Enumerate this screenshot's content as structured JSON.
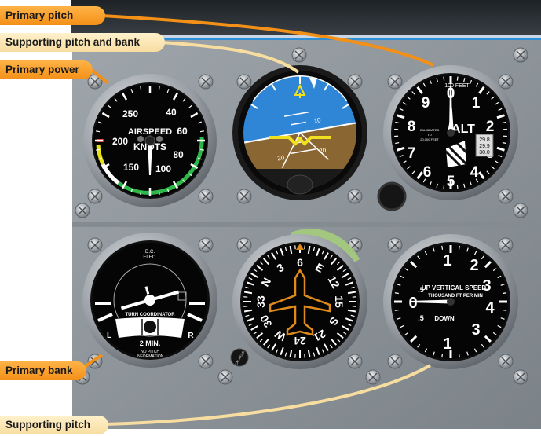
{
  "callouts": {
    "primary_pitch": "Primary pitch",
    "supporting_pitch_bank": "Supporting pitch and bank",
    "primary_power": "Primary power",
    "primary_bank": "Primary bank",
    "supporting_pitch": "Supporting pitch"
  },
  "airspeed": {
    "label_top": "AIRSPEED",
    "label_bottom": "KNOTS",
    "ticks": [
      "40",
      "60",
      "80",
      "100",
      "150",
      "200",
      "250"
    ]
  },
  "attitude": {
    "pitch_marks": [
      "10",
      "20",
      "20"
    ]
  },
  "altimeter": {
    "label": "ALT",
    "numbers": [
      "0",
      "1",
      "2",
      "3",
      "4",
      "5",
      "6",
      "7",
      "8",
      "9"
    ],
    "header": "100 FEET",
    "calibration": [
      "CALIBRATED",
      "TO",
      "20,000 FEET"
    ],
    "kollsman": [
      "29.8",
      "29.9",
      "30.0"
    ]
  },
  "turn_coordinator": {
    "top_label_1": "D.C.",
    "top_label_2": "ELEC.",
    "title": "TURN COORDINATOR",
    "left": "L",
    "right": "R",
    "time": "2 MIN.",
    "note_1": "NO PITCH",
    "note_2": "INFORMATION"
  },
  "heading": {
    "cardinals": [
      "N",
      "3",
      "6",
      "E",
      "12",
      "15",
      "S",
      "21",
      "24",
      "W",
      "30",
      "33"
    ],
    "knob": "CAL.HEAD."
  },
  "vsi": {
    "line1": "UP VERTICAL SPEED",
    "line2": "THOUSAND FT PER MIN",
    "down": "DOWN",
    "numbers": [
      "0",
      "1",
      "2",
      "3",
      "4",
      "1",
      "2",
      "3",
      ".5",
      ".5"
    ]
  },
  "colors": {
    "callout_orange": "#f39018",
    "callout_cream": "#f7dda0",
    "panel": "#8c939a",
    "sky": "#2f86d6",
    "ground": "#8a6632",
    "airplane_symbol": "#e08a1a"
  }
}
